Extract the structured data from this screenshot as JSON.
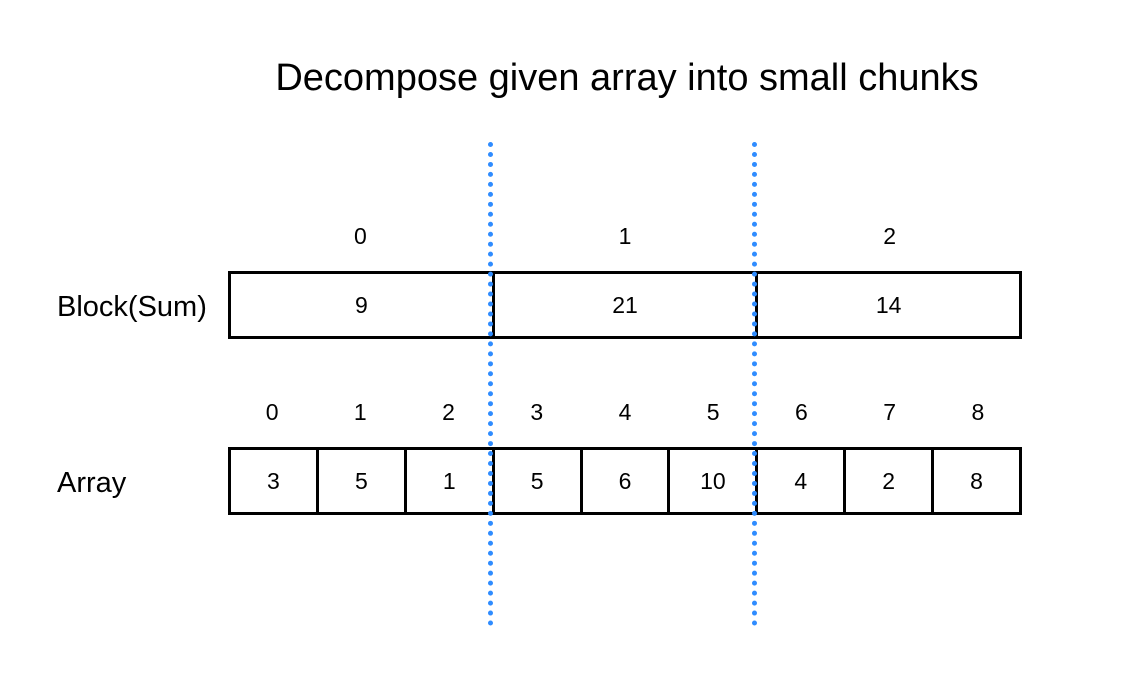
{
  "title": "Decompose given array into small chunks",
  "colors": {
    "divider": "#2f8cff",
    "border": "#000000",
    "text": "#000000"
  },
  "block": {
    "label": "Block(Sum)",
    "indices": [
      "0",
      "1",
      "2"
    ],
    "values": [
      "9",
      "21",
      "14"
    ]
  },
  "array": {
    "label": "Array",
    "indices": [
      "0",
      "1",
      "2",
      "3",
      "4",
      "5",
      "6",
      "7",
      "8"
    ],
    "values": [
      "3",
      "5",
      "1",
      "5",
      "6",
      "10",
      "4",
      "2",
      "8"
    ]
  },
  "dividers": {
    "count": 2,
    "style": "dotted"
  }
}
